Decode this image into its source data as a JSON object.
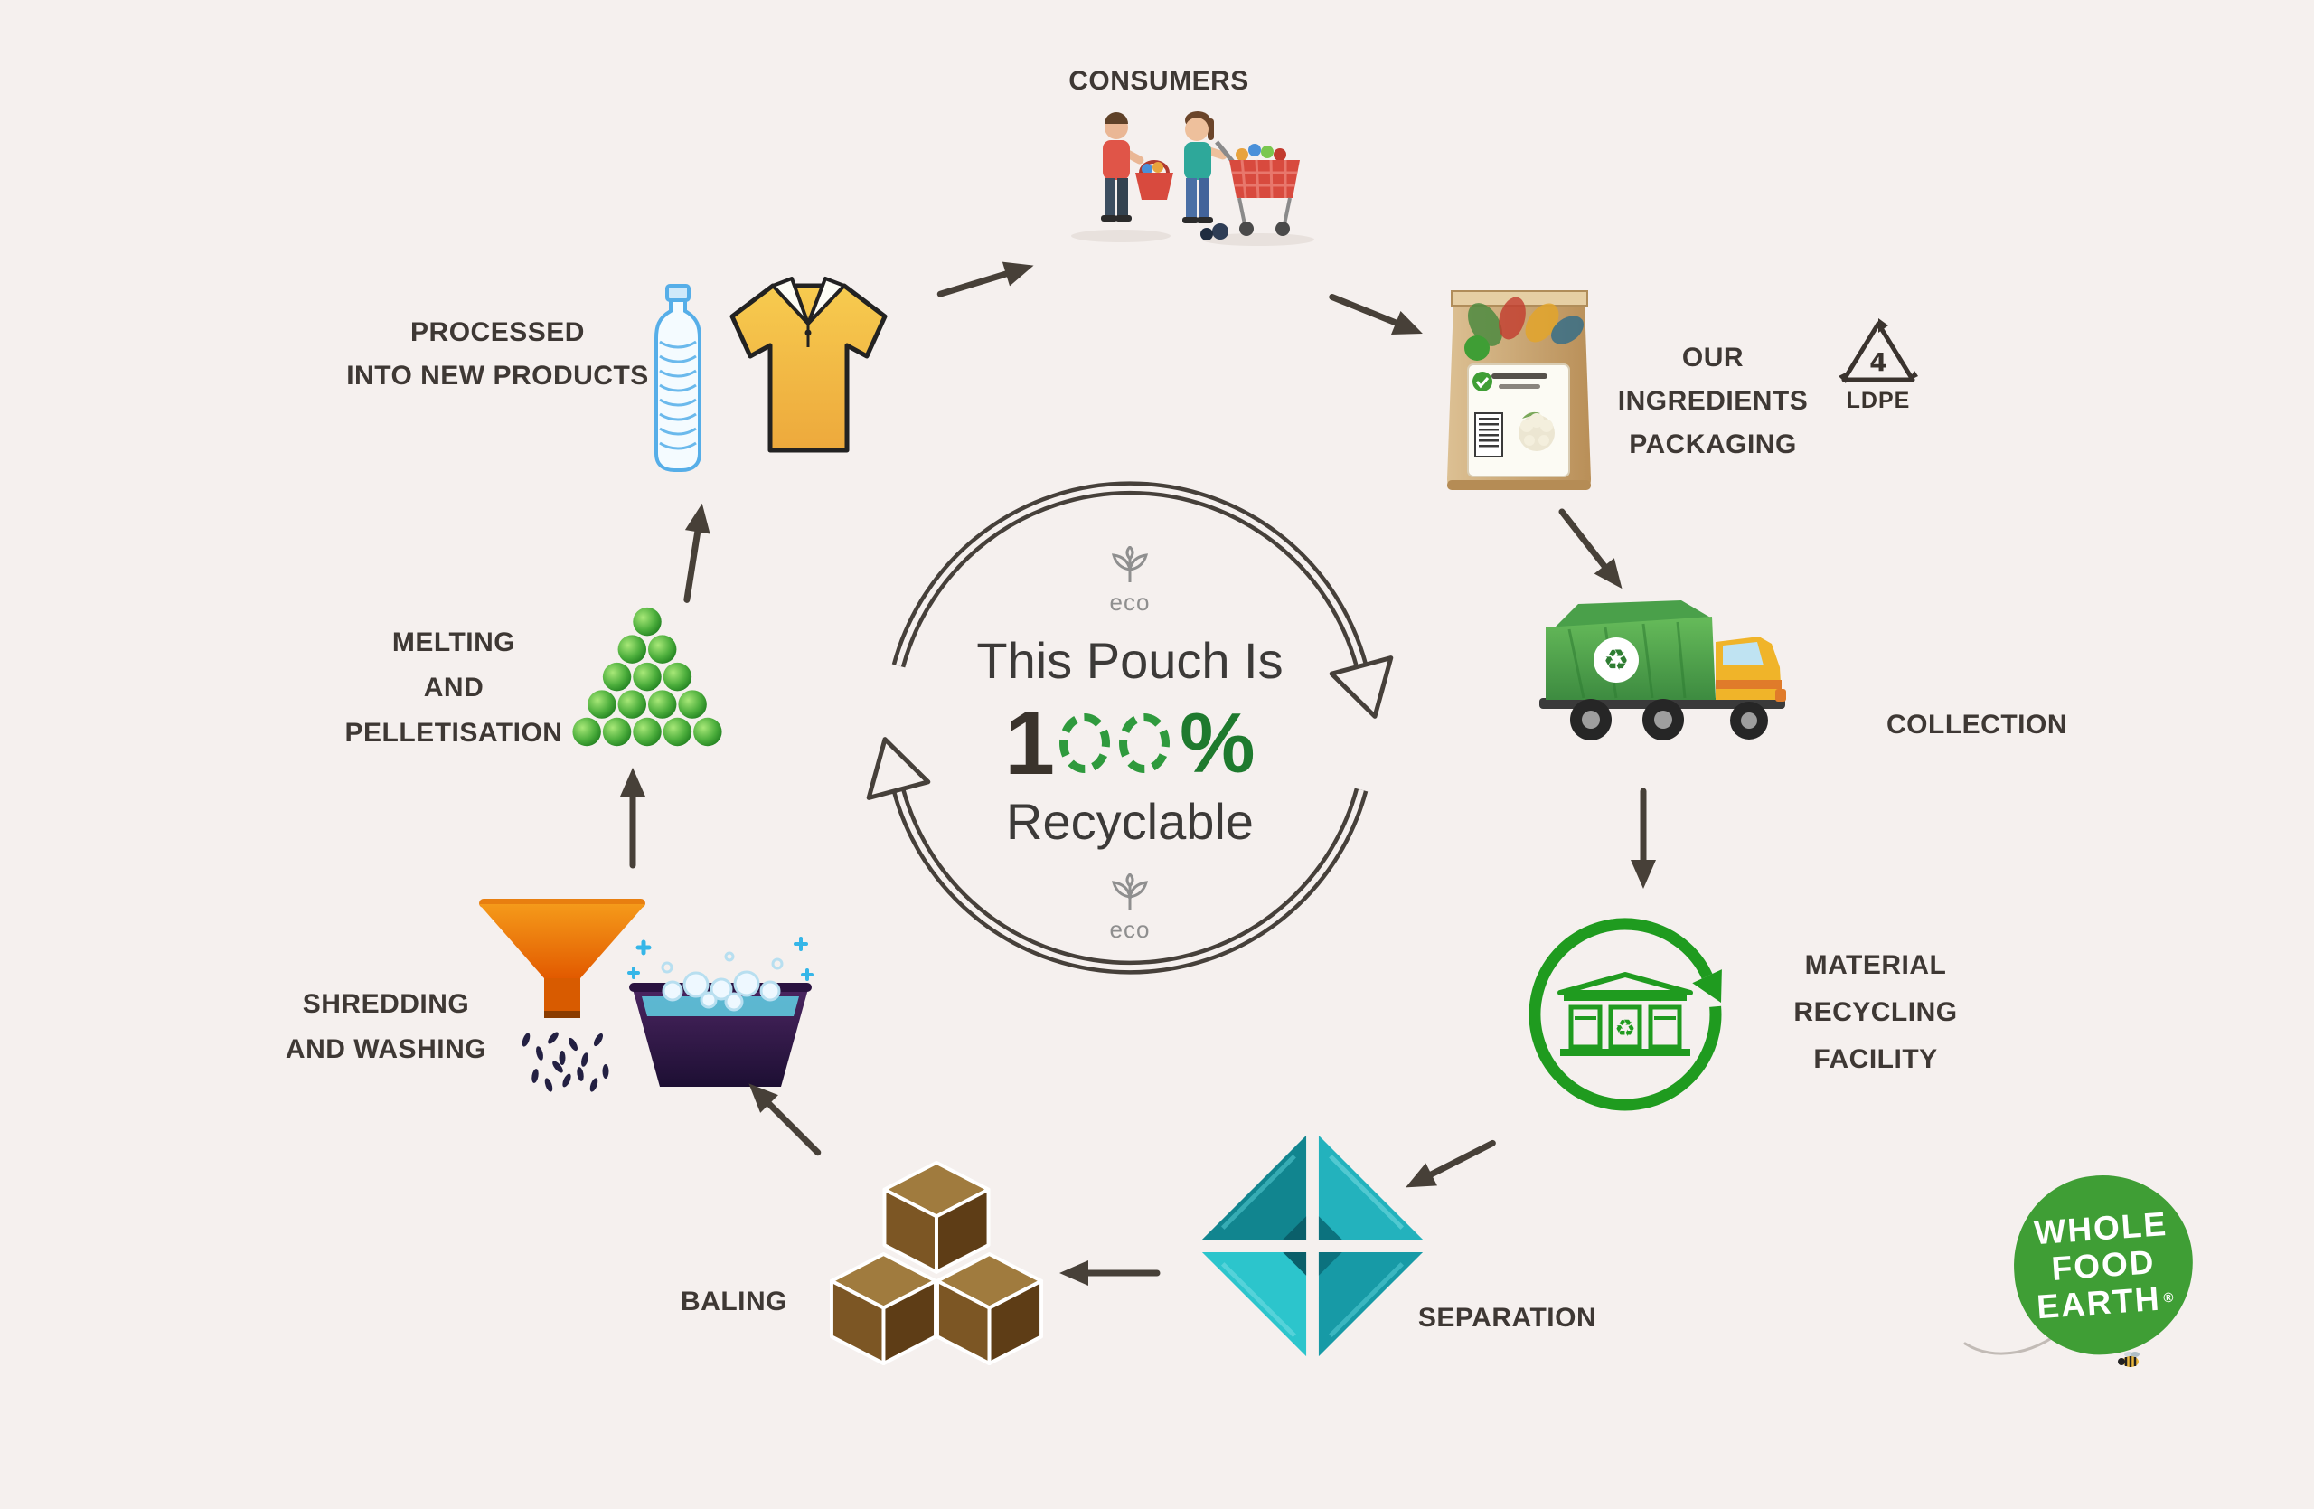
{
  "center": {
    "eco_top": "eco",
    "eco_bottom": "eco",
    "line1": "This Pouch Is",
    "amount_prefix": "1",
    "amount_zeros": "00",
    "amount_percent": "%",
    "line3": "Recyclable"
  },
  "stages": {
    "consumers": {
      "label": "CONSUMERS"
    },
    "packaging": {
      "line1": "OUR INGREDIENTS",
      "line2": "PACKAGING",
      "ldpe_number": "4",
      "ldpe_code": "LDPE"
    },
    "collection": {
      "label": "COLLECTION"
    },
    "mrf": {
      "line1": "MATERIAL",
      "line2": "RECYCLING",
      "line3": "FACILITY"
    },
    "separation": {
      "label": "SEPARATION"
    },
    "baling": {
      "label": "BALING"
    },
    "shredding": {
      "line1": "SHREDDING",
      "line2": "AND WASHING"
    },
    "melting": {
      "line1": "MELTING",
      "line2": "AND",
      "line3": "PELLETISATION"
    },
    "new_products": {
      "line1": "PROCESSED",
      "line2": "INTO NEW PRODUCTS"
    }
  },
  "icons": {
    "recycle_glyph": "♻"
  },
  "logo": {
    "line1": "WHOLE",
    "line2": "FOOD",
    "line3": "EARTH",
    "registered": "®"
  },
  "colors": {
    "background": "#f5f0ee",
    "text_dark": "#3e3834",
    "arrow": "#474038",
    "cycle_outline": "#46403a",
    "green_accent": "#2f9a3d",
    "mrf_green": "#1f9b1f",
    "teal": "#23b2bd",
    "bale_brown": "#7c5624",
    "funnel_orange": "#ef8313",
    "truck_green": "#4caf50",
    "cab_yellow": "#f0b429",
    "logo_green": "#3f9e35",
    "eco_gray": "#8f8f8f"
  }
}
